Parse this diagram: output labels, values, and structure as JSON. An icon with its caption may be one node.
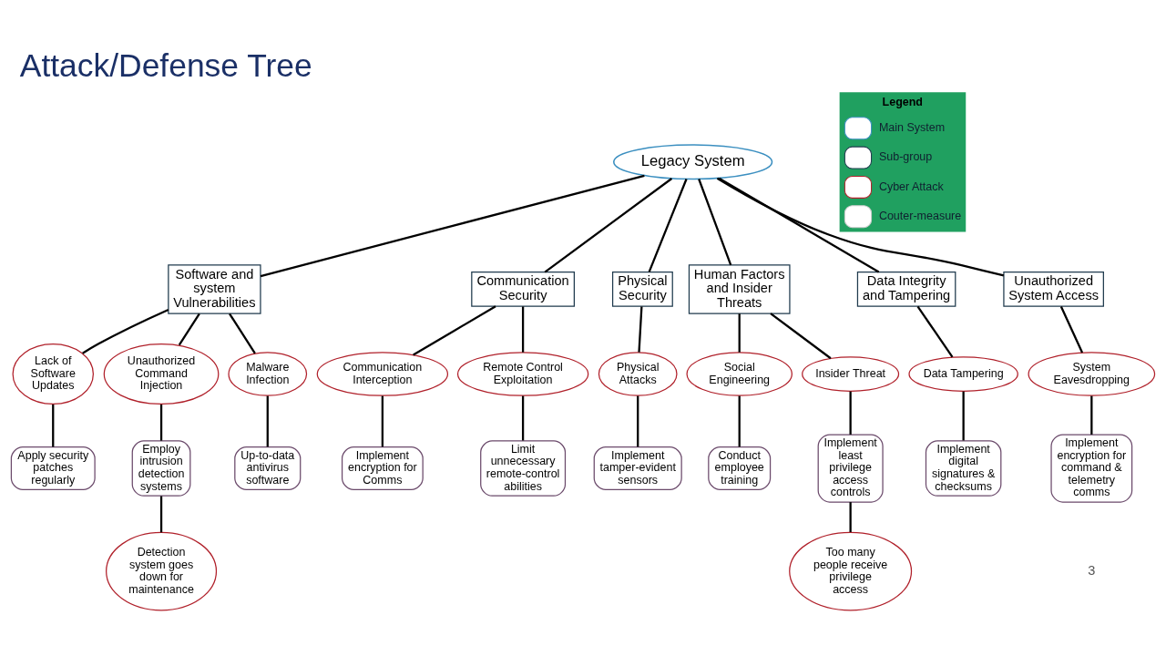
{
  "diagram": {
    "title": "Attack/Defense Tree",
    "nodes": [
      {
        "text": [
          "Legacy System"
        ]
      },
      {
        "text": [
          "Software and system Vulnerabilities"
        ]
      },
      {
        "text": [
          "Communication Security"
        ]
      },
      {
        "text": [
          "Physical Security"
        ]
      },
      {
        "text": [
          "Human Factors and Insider Threats"
        ]
      },
      {
        "text": [
          "Data Integrity and Tampering"
        ]
      },
      {
        "text": [
          "Unauthorized System Access"
        ]
      },
      {
        "text": [
          "Lack of Software Updates"
        ]
      },
      {
        "text": [
          "Unauthorized Command Injection"
        ]
      },
      {
        "text": [
          "Malware Infection"
        ]
      },
      {
        "text": [
          "Apply security patches regularly"
        ]
      },
      {
        "text": [
          "Employ intrusion detection systems"
        ]
      },
      {
        "text": [
          "Up-to-data antivirus software"
        ]
      },
      {
        "text": [
          "Detection system goes down for maintenance"
        ]
      },
      {
        "text": [
          "Communication Interception"
        ]
      },
      {
        "text": [
          "Remote Control Exploitation"
        ]
      },
      {
        "text": [
          "Implement encryption for Comms"
        ]
      },
      {
        "text": [
          "Limit unnecessary remote-control abilities"
        ]
      },
      {
        "text": [
          "Physical Attacks"
        ]
      },
      {
        "text": [
          "Implement tamper-evident sensors"
        ]
      },
      {
        "text": [
          "Social Engineering"
        ]
      },
      {
        "text": [
          "Insider Threat"
        ]
      },
      {
        "text": [
          "Conduct employee training"
        ]
      },
      {
        "text": [
          "Implement least privilege access controls"
        ]
      },
      {
        "text": [
          "Too many people receive privilege access"
        ]
      },
      {
        "text": [
          "Data Tampering"
        ]
      },
      {
        "text": [
          "Implement digital signatures & checksums"
        ]
      },
      {
        "text": [
          "System Eavesdropping"
        ]
      },
      {
        "text": [
          "Implement encryption for command & telemetry comms"
        ]
      }
    ],
    "edges": [
      {
        "from": 0,
        "to": 1,
        "arrow": "none"
      },
      {
        "from": 0,
        "to": 2,
        "arrow": "none"
      },
      {
        "from": 0,
        "to": 3,
        "arrow": "none"
      },
      {
        "from": 0,
        "to": 4,
        "arrow": "none"
      },
      {
        "from": 0,
        "to": 5,
        "arrow": "none"
      },
      {
        "from": 0,
        "to": 6,
        "arrow": "none"
      },
      {
        "from": 1,
        "to": 7,
        "arrow": "none"
      },
      {
        "from": 1,
        "to": 8,
        "arrow": "none"
      },
      {
        "from": 1,
        "to": 9,
        "arrow": "none"
      },
      {
        "from": 7,
        "to": 10,
        "arrow": "none"
      },
      {
        "from": 8,
        "to": 11,
        "arrow": "none"
      },
      {
        "from": 9,
        "to": 12,
        "arrow": "none"
      },
      {
        "from": 11,
        "to": 13,
        "arrow": "none"
      },
      {
        "from": 2,
        "to": 14,
        "arrow": "none"
      },
      {
        "from": 2,
        "to": 15,
        "arrow": "none"
      },
      {
        "from": 14,
        "to": 16,
        "arrow": "none"
      },
      {
        "from": 15,
        "to": 17,
        "arrow": "none"
      },
      {
        "from": 3,
        "to": 18,
        "arrow": "none"
      },
      {
        "from": 18,
        "to": 19,
        "arrow": "none"
      },
      {
        "from": 4,
        "to": 20,
        "arrow": "none"
      },
      {
        "from": 4,
        "to": 21,
        "arrow": "none"
      },
      {
        "from": 20,
        "to": 22,
        "arrow": "none"
      },
      {
        "from": 21,
        "to": 23,
        "arrow": "none"
      },
      {
        "from": 23,
        "to": 24,
        "arrow": "none"
      },
      {
        "from": 5,
        "to": 25,
        "arrow": "none"
      },
      {
        "from": 25,
        "to": 26,
        "arrow": "none"
      },
      {
        "from": 6,
        "to": 27,
        "arrow": "none"
      },
      {
        "from": 27,
        "to": 28,
        "arrow": "none"
      }
    ],
    "labels": [
      "Legend",
      "3"
    ],
    "legend": [
      {
        "text": "Main System"
      },
      {
        "text": "Sub-group"
      },
      {
        "text": "Cyber Attack"
      },
      {
        "text": "Couter-measure"
      }
    ]
  }
}
